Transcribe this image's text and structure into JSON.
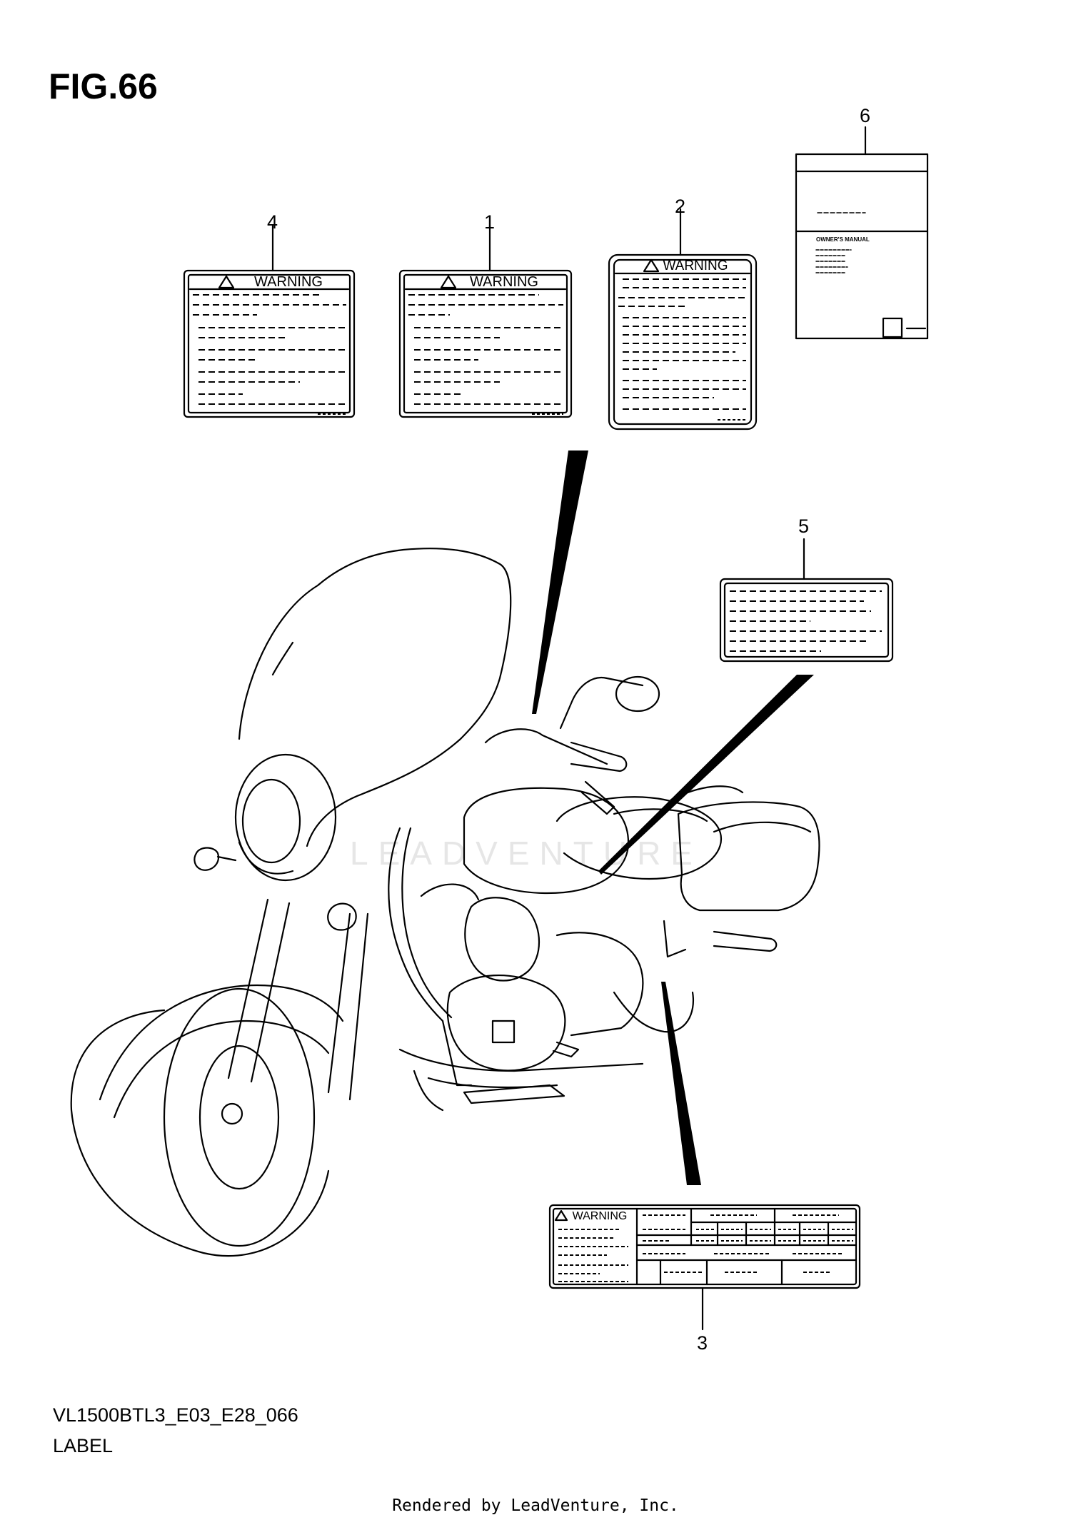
{
  "figure": {
    "title": "FIG.66",
    "code": "VL1500BTL3_E03_E28_066",
    "subtitle": "LABEL",
    "footer": "Rendered by LeadVenture, Inc.",
    "watermark": "LEADVENTURE"
  },
  "callouts": [
    "1",
    "2",
    "3",
    "4",
    "5",
    "6"
  ],
  "labels": {
    "warning": "WARNING",
    "owners_manual": "OWNER'S MANUAL"
  }
}
